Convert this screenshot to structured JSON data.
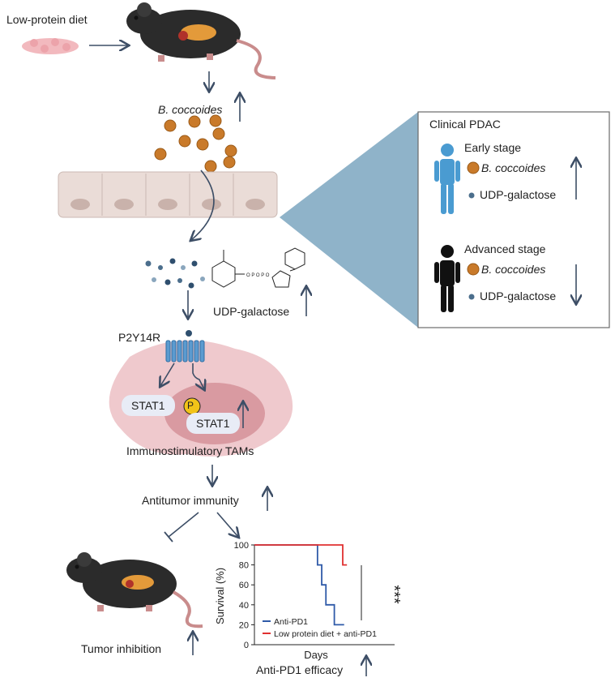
{
  "diet_label": "Low-protein diet",
  "bacteria_label": "B. coccoides",
  "udp_label": "UDP-galactose",
  "receptor_label": "P2Y14R",
  "stat_left": "STAT1",
  "stat_right": "STAT1",
  "phospho": "P",
  "tam_label": "Immunostimulatory TAMs",
  "antitumor_label": "Antitumor immunity",
  "tumor_label": "Tumor inhibition",
  "efficacy_label": "Anti-PD1 efficacy",
  "clinical": {
    "title": "Clinical PDAC",
    "early": {
      "stage": "Early stage",
      "bacteria": "B. coccoides",
      "metabolite": "UDP-galactose"
    },
    "advanced": {
      "stage": "Advanced stage",
      "bacteria": "B. coccoides",
      "metabolite": "UDP-galactose"
    }
  },
  "colors": {
    "arrow": "#3d4e66",
    "blue": "#4a9bd1",
    "triangle": "#8fb3c9",
    "red": "#e03030",
    "km_blue": "#2f5aa8"
  },
  "chart_data": {
    "type": "line",
    "title": "",
    "xlabel": "Days",
    "ylabel": "Survival (%)",
    "ylim": [
      0,
      100
    ],
    "yticks": [
      "100",
      "80",
      "60",
      "40",
      "20",
      "0"
    ],
    "xlim": [
      0,
      10
    ],
    "significance": "***",
    "series": [
      {
        "name": "Anti-PD1",
        "color": "#2f5aa8",
        "x": [
          0,
          4.5,
          4.5,
          4.8,
          4.8,
          5.1,
          5.1,
          5.7,
          5.7,
          6.4
        ],
        "y": [
          100,
          100,
          80,
          80,
          60,
          60,
          40,
          40,
          20,
          20
        ]
      },
      {
        "name": "Low protein diet + anti-PD1",
        "color": "#e03030",
        "x": [
          0,
          6.3,
          6.3,
          6.6
        ],
        "y": [
          100,
          100,
          80,
          80
        ]
      }
    ]
  }
}
